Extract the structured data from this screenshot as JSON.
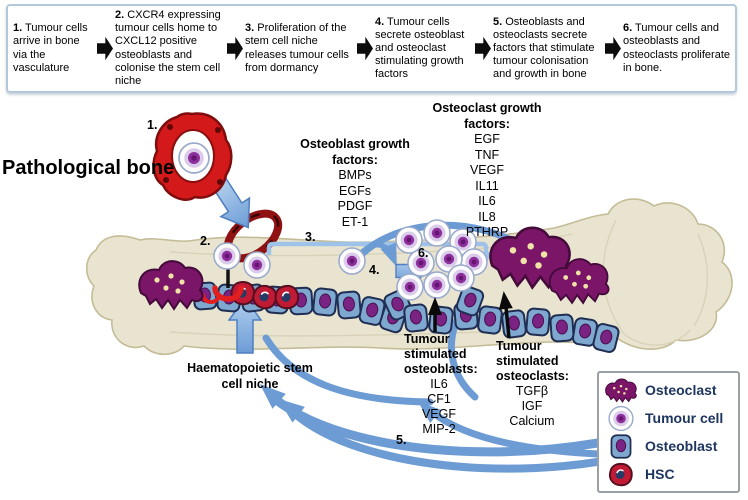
{
  "flowchart": {
    "steps": [
      {
        "num": "1.",
        "text": "Tumour cells arrive in bone via the vasculature"
      },
      {
        "num": "2.",
        "text": "CXCR4 expressing tumour cells home to CXCL12 positive osteoblasts and colonise the stem cell niche"
      },
      {
        "num": "3.",
        "text": "Proliferation of the stem cell niche releases tumour cells from dormancy"
      },
      {
        "num": "4.",
        "text": "Tumour cells secrete osteoblast and osteoclast stimulating growth factors"
      },
      {
        "num": "5.",
        "text": "Osteoblasts and osteoclasts secrete factors that stimulate tumour colonisation and growth in bone"
      },
      {
        "num": "6.",
        "text": "Tumour cells and osteoblasts and osteoclasts proliferate in bone."
      }
    ]
  },
  "diagram": {
    "title": "Pathological bone",
    "markers": {
      "m1": "1.",
      "m2": "2.",
      "m3": "3.",
      "m4": "4.",
      "m5": "5.",
      "m6": "6."
    },
    "osteoblast_growth_factors": {
      "title": "Osteoblast growth factors:",
      "items": [
        "BMPs",
        "EGFs",
        "PDGF",
        "ET-1"
      ]
    },
    "osteoclast_growth_factors": {
      "title": "Osteoclast growth factors:",
      "items": [
        "EGF",
        "TNF",
        "VEGF",
        "IL11",
        "IL6",
        "IL8",
        "PTHRP"
      ]
    },
    "hsc_niche": "Haematopoietic stem cell niche",
    "tumour_stimulated_osteoblasts": {
      "title": "Tumour stimulated osteoblasts:",
      "items": [
        "IL6",
        "CF1",
        "VEGF",
        "MIP-2"
      ]
    },
    "tumour_stimulated_osteoclasts": {
      "title": "Tumour stimulated osteoclasts:",
      "items": [
        "TGFβ",
        "IGF",
        "Calcium"
      ]
    }
  },
  "legend": {
    "items": [
      "Osteoclast",
      "Tumour cell",
      "Osteoblast",
      "HSC"
    ]
  },
  "colors": {
    "flow_box_border": "#b3c8dc",
    "bone_fill": "#e9e4d0",
    "bone_outline": "#c4bc97",
    "arrow_blue": "#8fb9e4",
    "swoosh_blue": "#6d9bd3",
    "osteoclast_purple": "#7a1567",
    "osteoblast_blue": "#7fa8d0",
    "tumour_nucleus_purple": "#8e2f9e",
    "hsc_red": "#c01a34",
    "vessel_red": "#d31919",
    "legend_text_navy": "#1e3560",
    "text_black": "#000000"
  }
}
